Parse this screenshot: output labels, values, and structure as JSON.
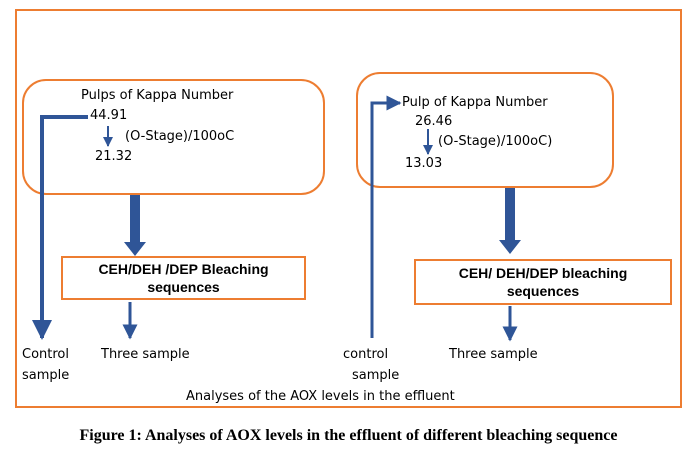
{
  "left_panel": {
    "title": "Pulps of Kappa Number",
    "kappa_initial": "44.91",
    "stage": "(O-Stage)/100oC",
    "kappa_after": "21.32",
    "bleaching_line1": "CEH/DEH /DEP Bleaching",
    "bleaching_line2": "sequences",
    "control_line1": "Control",
    "control_line2": "sample",
    "three_sample": "Three sample"
  },
  "right_panel": {
    "title": "Pulp of Kappa Number",
    "kappa_initial": "26.46",
    "stage": "(O-Stage)/100oC)",
    "kappa_after": "13.03",
    "bleaching_line1": "CEH/ DEH/DEP bleaching",
    "bleaching_line2": "sequences",
    "control_line1": "control",
    "control_line2": "sample",
    "three_sample": "Three sample"
  },
  "footer_label": "Analyses of the AOX levels in the effluent",
  "caption": "Figure 1: Analyses of AOX levels in the effluent of different bleaching sequence",
  "colors": {
    "border": "#ED7D31",
    "arrow": "#2F5597"
  }
}
